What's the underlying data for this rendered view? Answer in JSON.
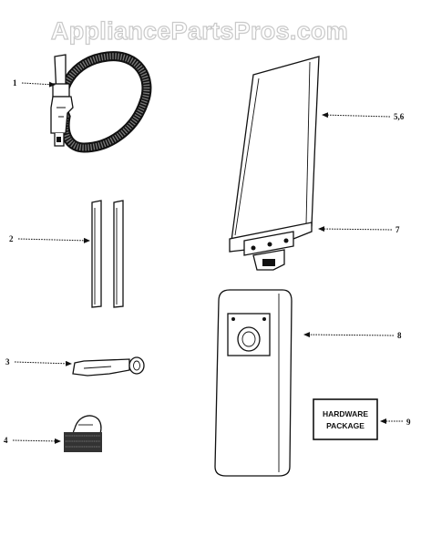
{
  "watermark": "AppliancePartsPros.com",
  "callouts": [
    {
      "id": "1",
      "label": "1"
    },
    {
      "id": "2",
      "label": "2"
    },
    {
      "id": "3",
      "label": "3"
    },
    {
      "id": "4",
      "label": "4"
    },
    {
      "id": "56",
      "label": "5,6"
    },
    {
      "id": "7",
      "label": "7"
    },
    {
      "id": "8",
      "label": "8"
    },
    {
      "id": "9",
      "label": "9"
    }
  ],
  "hardware_package": {
    "line1": "HARDWARE",
    "line2": "PACKAGE"
  }
}
